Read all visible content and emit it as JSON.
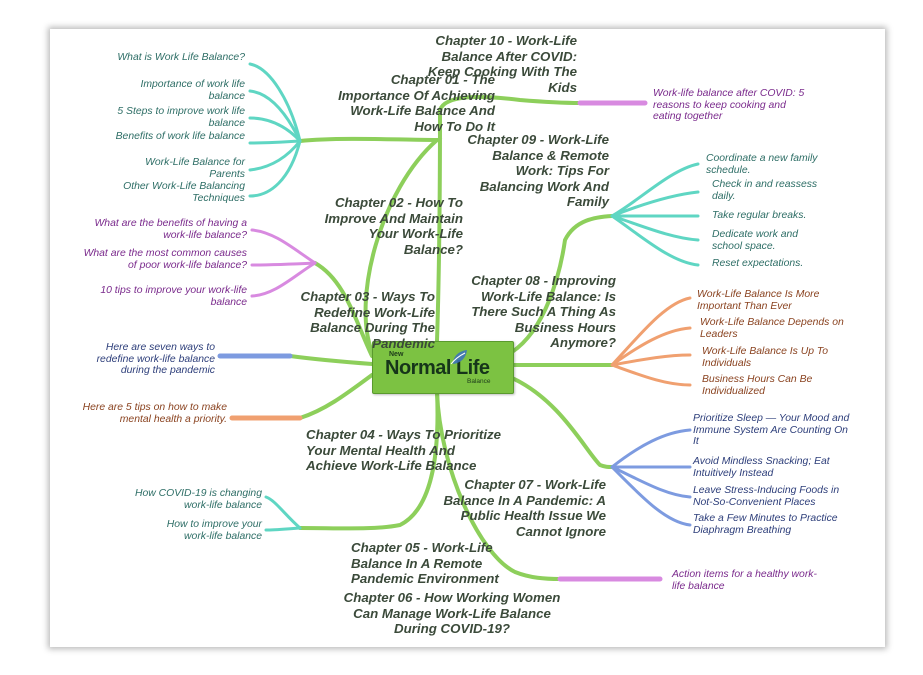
{
  "center": {
    "new": "New",
    "main": "Normal Life",
    "sub": "Balance"
  },
  "chapters": {
    "ch01": "Chapter 01 - The Importance Of Achieving Work-Life Balance And How To Do It",
    "ch02": "Chapter 02 - How To Improve And Maintain Your Work-Life Balance?",
    "ch03": "Chapter 03 - Ways To Redefine Work-Life Balance During The Pandemic",
    "ch04": "Chapter 04 - Ways To Prioritize Your Mental Health And Achieve Work-Life Balance",
    "ch05": "Chapter 05 - Work-Life Balance In A Remote Pandemic Environment",
    "ch06": "Chapter 06 - How Working Women Can Manage Work-Life Balance During COVID-19?",
    "ch07": "Chapter 07 - Work-Life Balance In A Pandemic: A Public Health Issue We Cannot Ignore",
    "ch08": "Chapter 08 - Improving Work-Life Balance: Is There Such A Thing As Business Hours Anymore?",
    "ch09": "Chapter 09 - Work-Life Balance & Remote Work: Tips For Balancing Work And Family",
    "ch10": "Chapter 10 - Work-Life Balance After COVID: Keep Cooking With The Kids"
  },
  "leaves": {
    "ch01": [
      "What is Work Life Balance?",
      "Importance of work life balance",
      "5 Steps to improve work life balance",
      "Benefits of work life balance",
      "Work-Life Balance for Parents",
      "Other Work-Life Balancing Techniques"
    ],
    "ch02": [
      "What are the benefits of having a work-life balance?",
      "What are the most common causes of poor work-life balance?",
      "10 tips to improve your work-life balance"
    ],
    "ch03": [
      "Here are seven ways to redefine work-life balance during the pandemic"
    ],
    "ch04": [
      "Here are 5 tips on how to make mental health a priority."
    ],
    "ch05": [
      "How COVID-19 is changing work-life balance",
      "How to improve your work-life balance"
    ],
    "ch06": [
      "Action items for a healthy work-life balance"
    ],
    "ch07": [
      "Prioritize Sleep — Your Mood and Immune System Are Counting On It",
      "Avoid Mindless Snacking; Eat Intuitively Instead",
      "Leave Stress-Inducing Foods in Not-So-Convenient Places",
      "Take a Few Minutes to Practice Diaphragm Breathing"
    ],
    "ch08": [
      "Work-Life Balance Is More Important Than Ever",
      "Work-Life Balance Depends on Leaders",
      "Work-Life Balance Is Up To Individuals",
      "Business Hours Can Be Individualized"
    ],
    "ch09": [
      "Coordinate a new family schedule.",
      "Check in and reassess daily.",
      "Take regular breaks.",
      "Dedicate work and school space.",
      "Reset expectations."
    ],
    "ch10": [
      "Work-life balance after COVID: 5 reasons to keep cooking and eating together"
    ]
  },
  "colors": {
    "trunk": "#8dcf5b",
    "teal": "#5fd6c3",
    "purple": "#d88ae0",
    "blue": "#7d9be0",
    "orange": "#f0a070",
    "center_fill": "#7cc242"
  }
}
